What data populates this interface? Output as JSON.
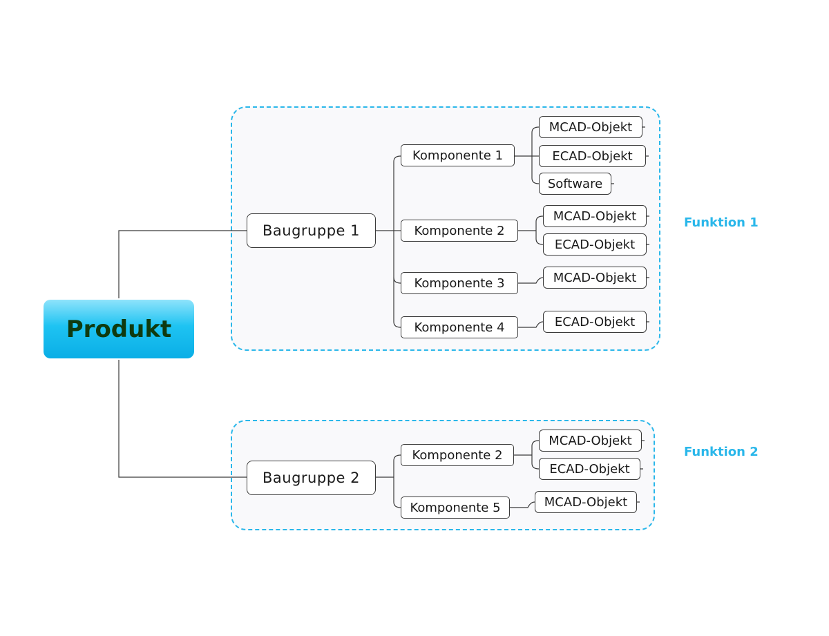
{
  "colors": {
    "accent": "#2ab7ea",
    "root_fill": "#1ec3f2",
    "root_text": "#0f3a0f",
    "line": "#3a3a3a"
  },
  "root": {
    "label": "Produkt"
  },
  "functions": [
    {
      "label": "Funktion 1"
    },
    {
      "label": "Funktion 2"
    }
  ],
  "assemblies": [
    {
      "label": "Baugruppe 1",
      "components": [
        {
          "label": "Komponente 1",
          "objects": [
            "MCAD-Objekt",
            "ECAD-Objekt",
            "Software"
          ]
        },
        {
          "label": "Komponente 2",
          "objects": [
            "MCAD-Objekt",
            "ECAD-Objekt"
          ]
        },
        {
          "label": "Komponente 3",
          "objects": [
            "MCAD-Objekt"
          ]
        },
        {
          "label": "Komponente 4",
          "objects": [
            "ECAD-Objekt"
          ]
        }
      ]
    },
    {
      "label": "Baugruppe 2",
      "components": [
        {
          "label": "Komponente 2",
          "objects": [
            "MCAD-Objekt",
            "ECAD-Objekt"
          ]
        },
        {
          "label": "Komponente 5",
          "objects": [
            "MCAD-Objekt"
          ]
        }
      ]
    }
  ]
}
